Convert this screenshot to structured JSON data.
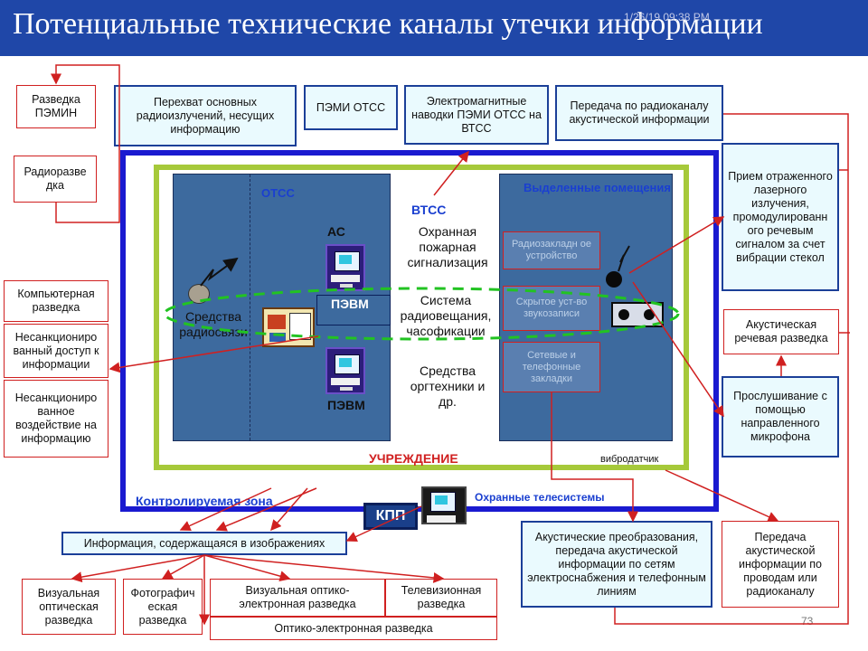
{
  "header": {
    "title": "Потенциальные технические каналы утечки информации",
    "stamp": "1/26/19 09:38 PM"
  },
  "top_boxes": {
    "razvedka_pemin": "Разведка ПЭМИН",
    "perehvat": "Перехват основных радиоизлучений, несущих информацию",
    "pemi_otss": "ПЭМИ ОТСС",
    "navodki": "Электромагнитные наводки ПЭМИ ОТСС на ВТСС",
    "peredacha_radio": "Передача по радиоканалу акустической информации"
  },
  "left_boxes": {
    "radiorazvedka": "Радиоразве дка",
    "komp_razvedka": "Компьютерная разведка",
    "nesank_dostup": "Несанкциониро ванный доступ к информации",
    "nesank_vozd": "Несанкциониро ванное воздействие на информацию"
  },
  "right_boxes": {
    "priem_lazer": "Прием отраженного лазерного излучения, промодулированн ого речевым сигналом за счет вибрации стекол",
    "akust_rech": "Акустическая речевая разведка",
    "proslush": "Прослушивание с помощью направленного микрофона"
  },
  "bottom": {
    "akust_preobr": "Акустические преобразования, передача акустической информации по сетям электроснабжения и телефонным линиям",
    "peredacha_provod": "Передача акустической информации по проводам или радиоканалу",
    "info_izobr": "Информация, содержащаяся в изображениях",
    "vizual_opt": "Визуальная оптическая разведка",
    "foto": "Фотографич еская разведка",
    "vizual_opt_el": "Визуальная оптико-электронная разведка",
    "tele": "Телевизионная разведка",
    "opt_el": "Оптико-электронная разведка"
  },
  "zone": {
    "kontrol_zona": "Контролируемая зона",
    "uchrezhdenie": "УЧРЕЖДЕНИЕ",
    "otss": "ОТСС",
    "as": "АС",
    "pevm1": "ПЭВМ",
    "pevm2": "ПЭВМ",
    "sredstva_radiosvyazi": "Средства радиосвязи",
    "vtss": "ВТСС",
    "ohrannaya": "Охранная пожарная сигнализация",
    "radioveshanie": "Система радиовещания, часофикации",
    "orgtehnika": "Средства оргтехники и др.",
    "vydelennye": "Выделенные помещения",
    "radiozakladn": "Радиозакладн ое устройство",
    "skrytoe": "Скрытое уст-во звукозаписи",
    "setevye": "Сетевые и телефонные закладки",
    "vibrodatchik": "вибродатчик",
    "kpp": "КПП",
    "ohrannye_tele": "Охранные телесистемы"
  },
  "footer": {
    "page": "73"
  },
  "colors": {
    "title_bar": "#1f47a8",
    "zone_border": "#1a1ad0",
    "inst_border": "#a6c93a",
    "panel": "#3d6a9e",
    "arrow": "#d02020",
    "ellipse": "#22c322"
  }
}
